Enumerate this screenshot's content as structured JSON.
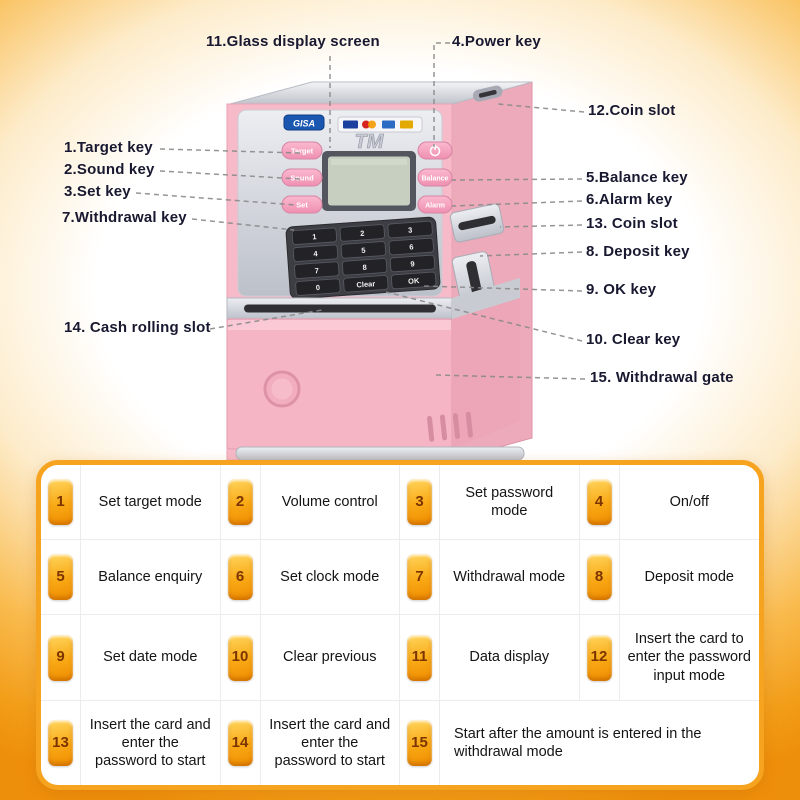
{
  "callouts": [
    {
      "label": "1.Target key"
    },
    {
      "label": "2.Sound key"
    },
    {
      "label": "3.Set key"
    },
    {
      "label": "4.Power key"
    },
    {
      "label": "5.Balance key"
    },
    {
      "label": "6.Alarm key"
    },
    {
      "label": "7.Withdrawal key"
    },
    {
      "label": "8. Deposit key"
    },
    {
      "label": "9. OK key"
    },
    {
      "label": "10. Clear key"
    },
    {
      "label": "11.Glass display screen"
    },
    {
      "label": "12.Coin slot"
    },
    {
      "label": "13. Coin slot"
    },
    {
      "label": "14. Cash rolling slot"
    },
    {
      "label": "15. Withdrawal gate"
    }
  ],
  "machine": {
    "brand": "GISA",
    "tm": "TM",
    "left_buttons": [
      "Target",
      "Sound",
      "Set"
    ],
    "right_buttons": [
      {
        "icon": "power"
      },
      {
        "label": "Balance"
      },
      {
        "label": "Alarm"
      }
    ],
    "keypad": [
      "1",
      "2",
      "3",
      "4",
      "5",
      "6",
      "7",
      "8",
      "9",
      "0",
      "Clear",
      "OK"
    ]
  },
  "table": {
    "rows": [
      [
        {
          "num": "1",
          "text": "Set target mode"
        },
        {
          "num": "2",
          "text": "Volume control"
        },
        {
          "num": "3",
          "text": "Set password mode"
        },
        {
          "num": "4",
          "text": "On/off"
        }
      ],
      [
        {
          "num": "5",
          "text": "Balance enquiry"
        },
        {
          "num": "6",
          "text": "Set clock mode"
        },
        {
          "num": "7",
          "text": "Withdrawal mode"
        },
        {
          "num": "8",
          "text": "Deposit mode"
        }
      ],
      [
        {
          "num": "9",
          "text": "Set date mode"
        },
        {
          "num": "10",
          "text": "Clear previous"
        },
        {
          "num": "11",
          "text": "Data display"
        },
        {
          "num": "12",
          "text": "Insert the card to enter the password input mode"
        }
      ],
      [
        {
          "num": "13",
          "text": "Insert the card and enter the password to start"
        },
        {
          "num": "14",
          "text": "Insert the card and enter the password to start"
        },
        {
          "num": "15",
          "text": "Start after the amount is entered in the withdrawal mode"
        }
      ]
    ]
  },
  "colors": {
    "accent_orange": "#f6a41f",
    "machine_pink": "#f6bac8",
    "badge_text": "#7c3500"
  }
}
